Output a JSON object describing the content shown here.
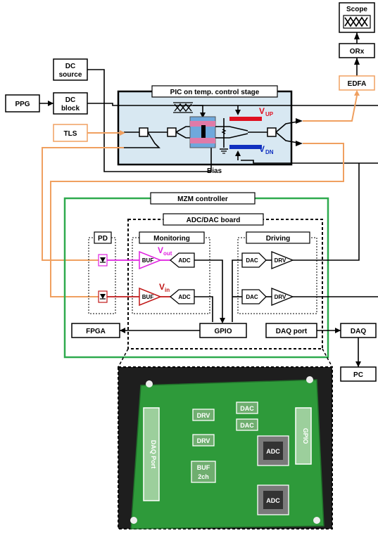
{
  "labels": {
    "scope": "Scope",
    "orx": "ORx",
    "edfa": "EDFA",
    "dc_source_1": "DC",
    "dc_source_2": "source",
    "ppg": "PPG",
    "dc_block_1": "DC",
    "dc_block_2": "block",
    "pic_title": "PIC on temp. control stage",
    "tls": "TLS",
    "v_up_main": "V",
    "v_up_sub": "UP",
    "v_dn_main": "V",
    "v_dn_sub": "DN",
    "bias": "Bias",
    "mzm_controller": "MZM controller",
    "adc_dac_board": "ADC/DAC board",
    "pd": "PD",
    "monitoring": "Monitoring",
    "driving": "Driving",
    "buf": "BUF",
    "adc": "ADC",
    "dac": "DAC",
    "drv": "DRV",
    "v_out_main": "V",
    "v_out_sub": "out",
    "v_in_main": "V",
    "v_in_sub": "in",
    "fpga": "FPGA",
    "gpio": "GPIO",
    "daq_port": "DAQ port",
    "daq": "DAQ",
    "pc": "PC"
  },
  "photo": {
    "daq_port": "DAQ Port",
    "gpio": "GPIO",
    "drv": "DRV",
    "dac": "DAC",
    "buf_1": "BUF",
    "buf_2": "2ch",
    "adc": "ADC"
  },
  "colors": {
    "optical_path": "#f0a060",
    "mzm_border": "#2eaa4e",
    "pic_fill": "#d8e8f2",
    "v_up": "#e01020",
    "v_dn": "#1030c0",
    "v_out": "#e020e0",
    "v_in": "#c01818"
  }
}
